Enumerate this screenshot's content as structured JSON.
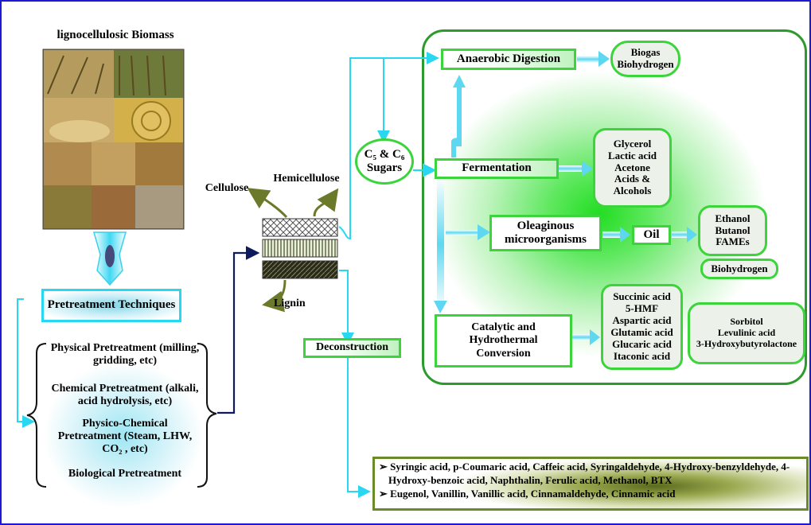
{
  "biomass": {
    "title": "lignocellulosic Biomass"
  },
  "pretreatment": {
    "title": "Pretreatment Techniques",
    "methods": [
      "Physical Pretreatment (milling, gridding, etc)",
      "Chemical Pretreatment (alkali, acid hydrolysis, etc)",
      "Physico-Chemical Pretreatment (Steam, LHW, CO₂ , etc)",
      "Biological Pretreatment"
    ]
  },
  "components": {
    "cellulose": "Cellulose",
    "hemicellulose": "Hemicellulose",
    "lignin": "Lignin"
  },
  "deconstruction": {
    "label": "Deconstruction"
  },
  "sugars": {
    "label": "C₅ & C₆ Sugars"
  },
  "processes": {
    "anaerobic": "Anaerobic Digestion",
    "fermentation": "Fermentation",
    "oleaginous": "Oleaginous microorganisms",
    "catalytic": "Catalytic and Hydrothermal Conversion",
    "oil": "Oil"
  },
  "products": {
    "biogas": [
      "Biogas",
      "Biohydrogen"
    ],
    "fermentation": [
      "Glycerol",
      "Lactic acid",
      "Acetone",
      "Acids &",
      "Alcohols"
    ],
    "oil_products": [
      "Ethanol",
      "Butanol",
      "FAMEs"
    ],
    "biohydrogen": "Biohydrogen",
    "catalytic": [
      "Succinic acid",
      "5-HMF",
      "Aspartic acid",
      "Glutamic acid",
      "Glucaric acid",
      "Itaconic acid"
    ],
    "further": [
      "Sorbitol",
      "Levulinic acid",
      "3-Hydroxybutyrolactone"
    ]
  },
  "lignin_products": [
    "Syringic acid, p-Coumaric acid, Caffeic acid, Syringaldehyde, 4-Hydroxy-benzyldehyde, 4-Hydroxy-benzoic acid, Naphthalin, Ferulic acid, Methanol, BTX",
    "Eugenol, Vanillin, Vanillic acid, Cinnamaldehyde, Cinnamic acid"
  ],
  "colors": {
    "border": "#1a1ad6",
    "cyan": "#29d8f0",
    "green": "#3bd43b",
    "navy": "#0d1a5c",
    "olive": "#6b7a2a"
  }
}
